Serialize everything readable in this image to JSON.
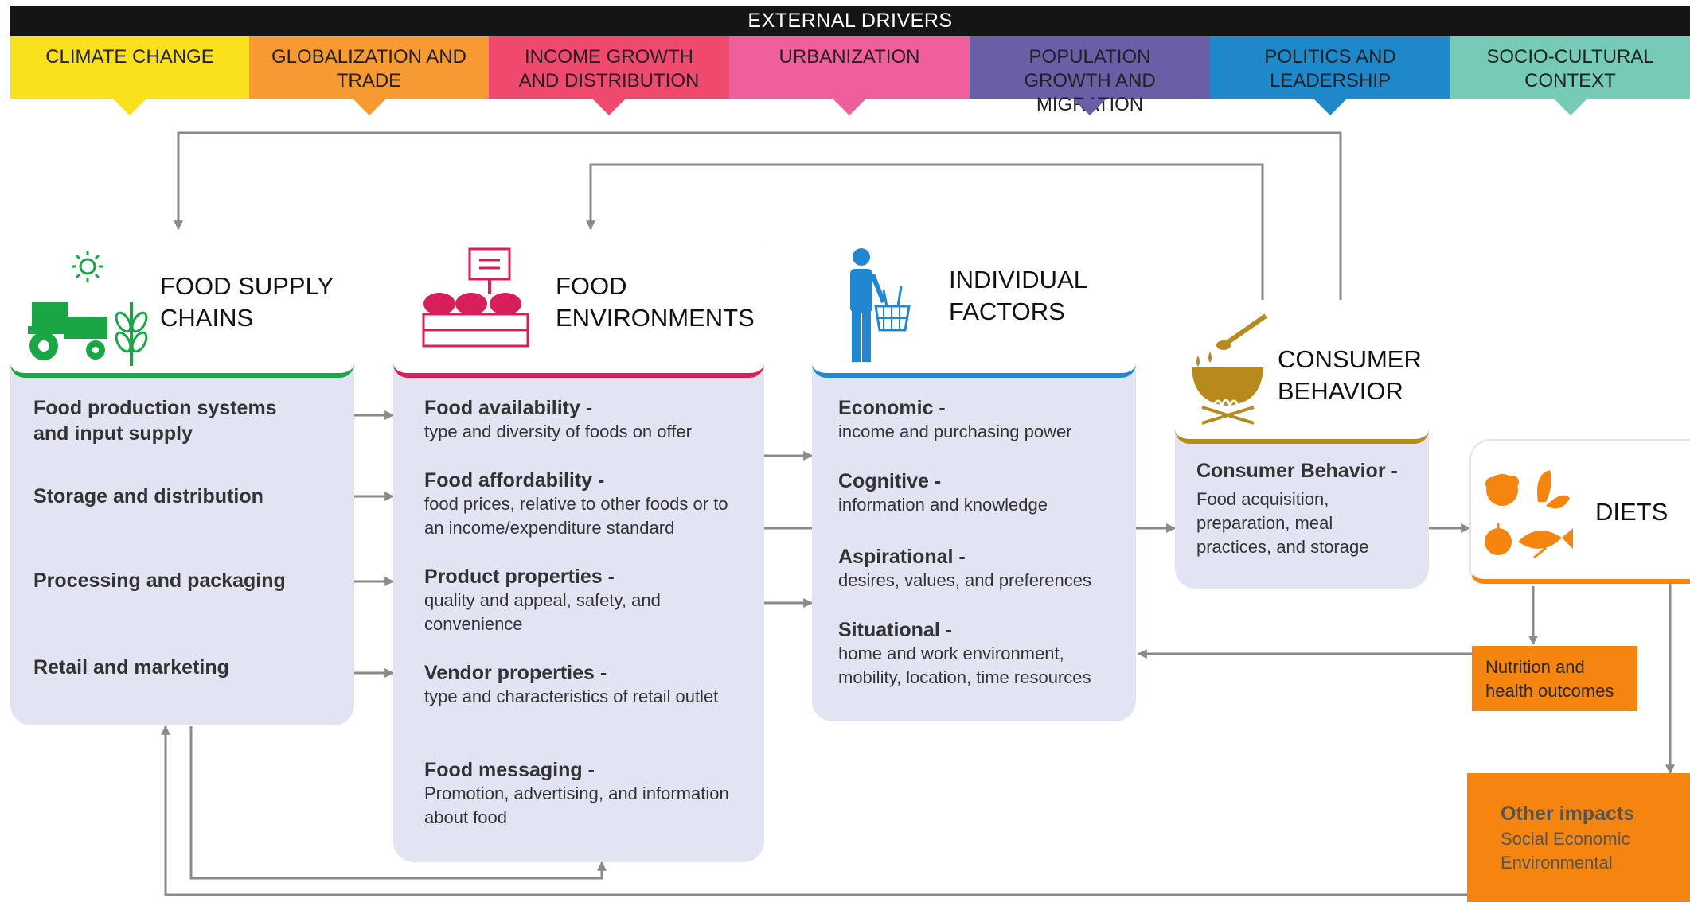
{
  "banner": "EXTERNAL DRIVERS",
  "drivers": [
    {
      "label": "CLIMATE CHANGE",
      "color": "#f9e21d"
    },
    {
      "label": "GLOBALIZATION AND TRADE",
      "color": "#f79a31"
    },
    {
      "label": "INCOME GROWTH AND DISTRIBUTION",
      "color": "#ef4a6e"
    },
    {
      "label": "URBANIZATION",
      "color": "#ee5f9b"
    },
    {
      "label": "POPULATION GROWTH AND MIGRATION",
      "color": "#6b5ea7"
    },
    {
      "label": "POLITICS AND LEADERSHIP",
      "color": "#1d88ca"
    },
    {
      "label": "SOCIO-CULTURAL CONTEXT",
      "color": "#76cbb7"
    }
  ],
  "supply": {
    "title": "FOOD SUPPLY CHAINS",
    "color": "#19a745",
    "items": [
      "Food production systems and input supply",
      "Storage and distribution",
      "Processing and packaging",
      "Retail and marketing"
    ]
  },
  "environments": {
    "title": "FOOD ENVIRONMENTS",
    "color": "#d81e5b",
    "items": [
      {
        "head": "Food availability -",
        "text": "type and diversity of foods on offer"
      },
      {
        "head": "Food affordability -",
        "text": "food prices, relative to other foods or to an income/expenditure standard"
      },
      {
        "head": "Product properties  -",
        "text": "quality and appeal, safety, and convenience"
      },
      {
        "head": "Vendor properties  -",
        "text": "type and characteristics of retail outlet"
      },
      {
        "head": "Food messaging  -",
        "text": "Promotion, advertising, and information about food"
      }
    ]
  },
  "individual": {
    "title": "INDIVIDUAL FACTORS",
    "color": "#2287d3",
    "items": [
      {
        "head": "Economic -",
        "text": "income and purchasing power"
      },
      {
        "head": "Cognitive -",
        "text": "information and knowledge"
      },
      {
        "head": "Aspirational -",
        "text": "desires, values, and preferences"
      },
      {
        "head": "Situational -",
        "text": "home and work environment, mobility, location, time resources"
      }
    ]
  },
  "consumer": {
    "title": "CONSUMER BEHAVIOR",
    "color": "#b78a1d",
    "head": "Consumer Behavior -",
    "text": "Food acquisition, preparation, meal practices, and storage"
  },
  "diets": {
    "title": "DIETS",
    "color": "#f5850f"
  },
  "outcomes": {
    "nutrition": "Nutrition and health outcomes",
    "other_title": "Other impacts",
    "other_text": "Social Economic Environmental"
  }
}
